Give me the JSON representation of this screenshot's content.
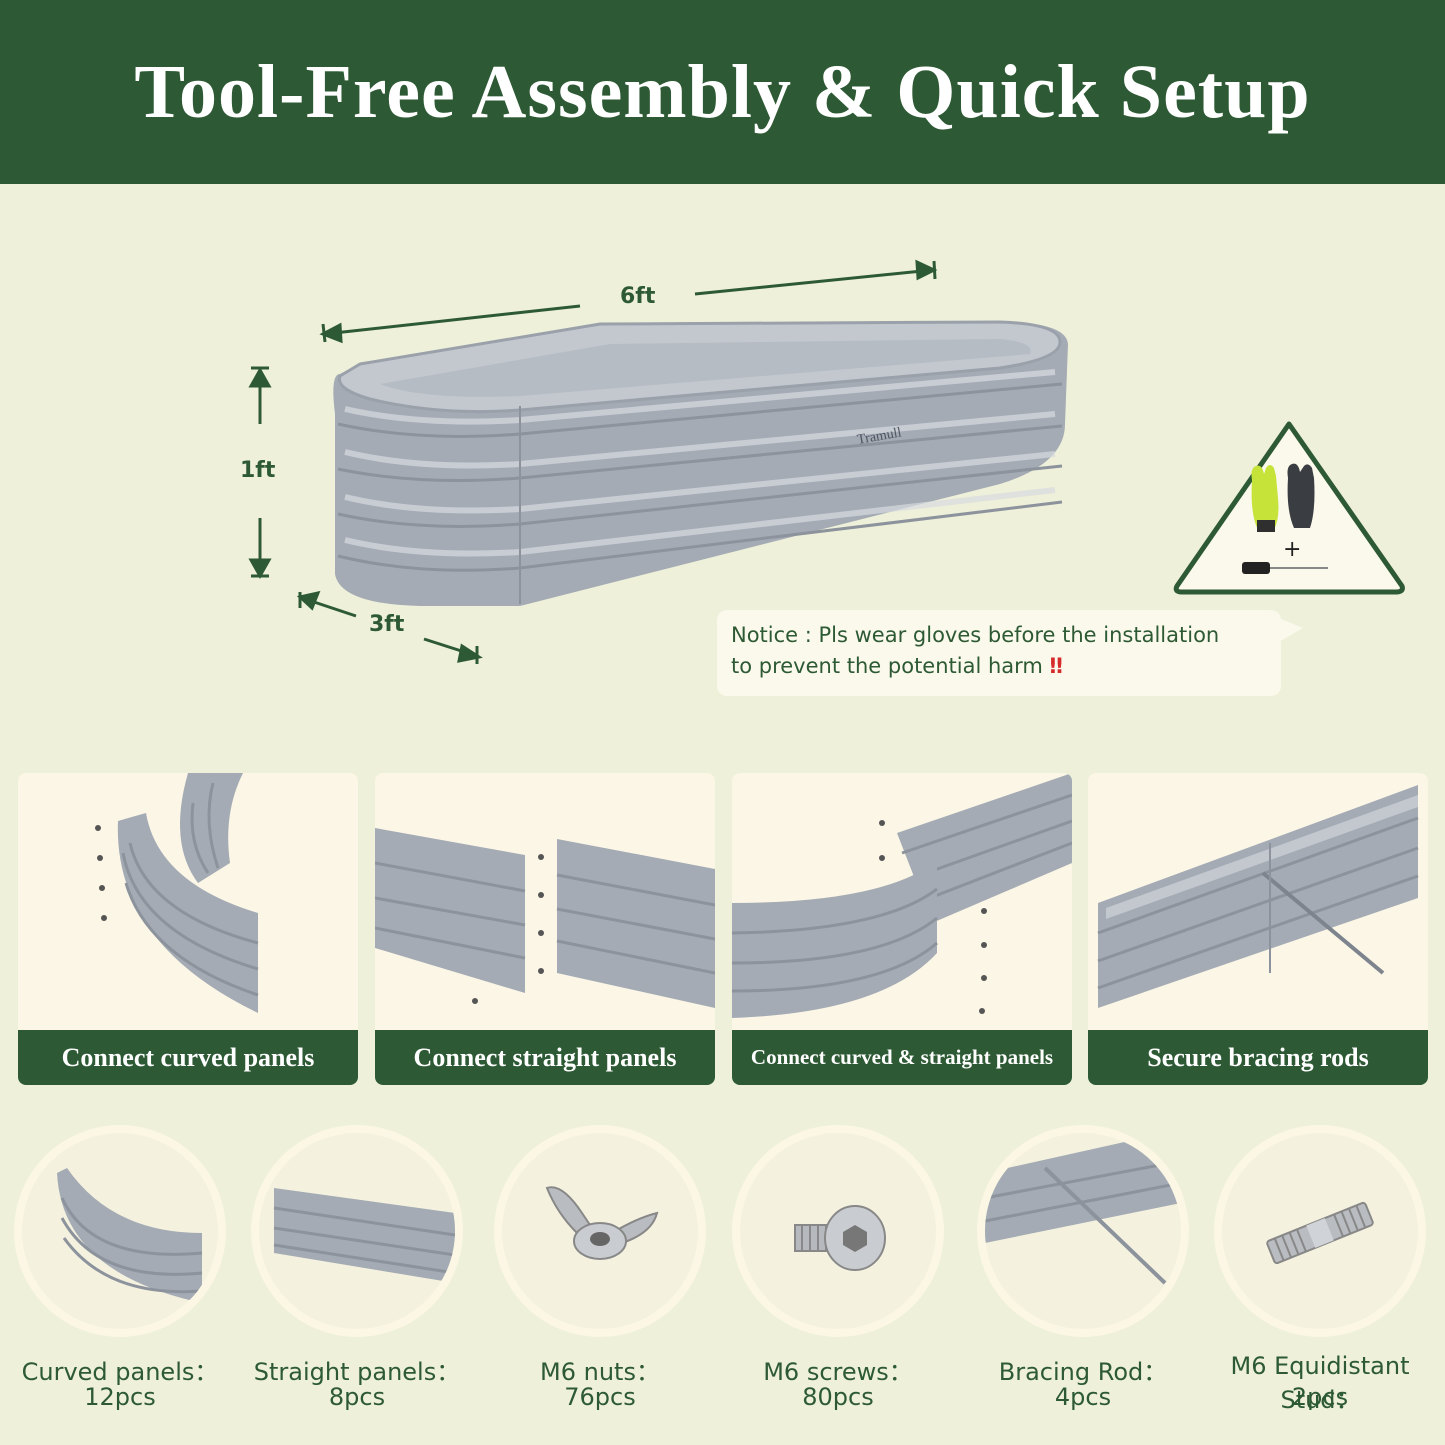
{
  "header": {
    "title": "Tool-Free Assembly & Quick Setup"
  },
  "dimensions": {
    "length": "6ft",
    "height": "1ft",
    "width": "3ft"
  },
  "brand_mark": "Tramull",
  "notice": {
    "line1": "Notice : Pls wear gloves before the installation",
    "line2": "to prevent the potential harm",
    "emphasis": "‼"
  },
  "steps": [
    {
      "label": "Connect curved panels"
    },
    {
      "label": "Connect straight panels"
    },
    {
      "label": "Connect curved & straight panels"
    },
    {
      "label": "Secure bracing rods"
    }
  ],
  "parts": [
    {
      "name": "Curved panels：",
      "qty": "12pcs"
    },
    {
      "name": "Straight panels：",
      "qty": "8pcs"
    },
    {
      "name": "M6 nuts：",
      "qty": "76pcs"
    },
    {
      "name": "M6 screws：",
      "qty": "80pcs"
    },
    {
      "name": "Bracing Rod：",
      "qty": "4pcs"
    },
    {
      "name": "M6 Equidistant Stud：",
      "qty": "2pcs"
    }
  ],
  "colors": {
    "header_bg": "#2d5a34",
    "page_bg": "#eef0d9",
    "panel_gray": "#a7adb6",
    "accent_red": "#d62b2b"
  }
}
